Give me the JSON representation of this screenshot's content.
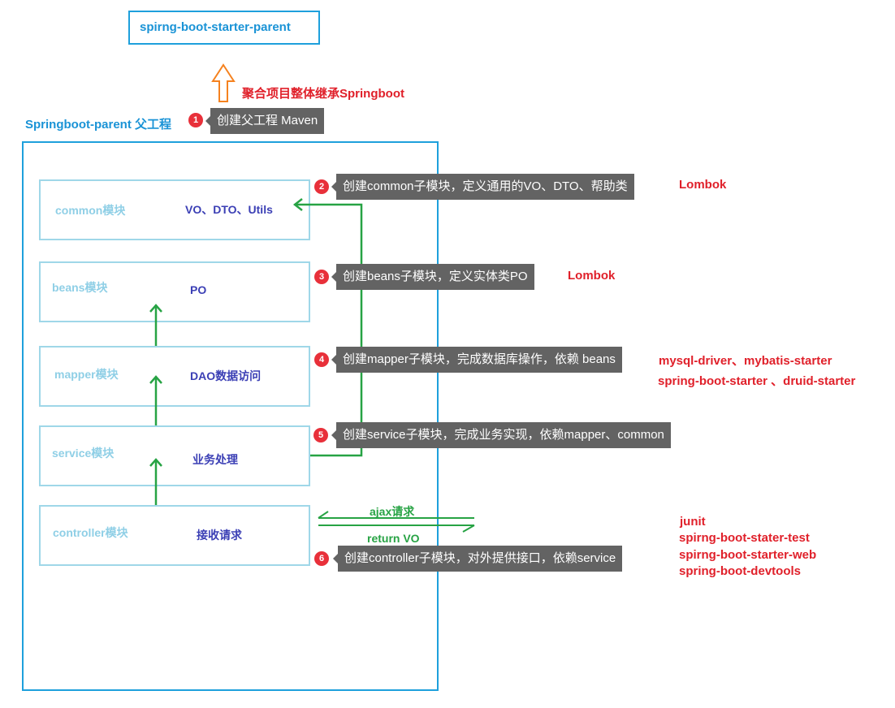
{
  "parent_box": {
    "label": "spirng-boot-starter-parent"
  },
  "inherit_note": "聚合项目整体继承Springboot",
  "parent_project_label": "Springboot-parent 父工程",
  "modules": [
    {
      "name": "common模块",
      "desc": "VO、DTO、Utils"
    },
    {
      "name": "beans模块",
      "desc": "PO"
    },
    {
      "name": "mapper模块",
      "desc": "DAO数据访问"
    },
    {
      "name": "service模块",
      "desc": "业务处理"
    },
    {
      "name": "controller模块",
      "desc": "接收请求"
    }
  ],
  "steps": [
    {
      "num": "1",
      "text": "创建父工程 Maven"
    },
    {
      "num": "2",
      "text": "创建common子模块，定义通用的VO、DTO、帮助类"
    },
    {
      "num": "3",
      "text": "创建beans子模块，定义实体类PO"
    },
    {
      "num": "4",
      "text": "创建mapper子模块，完成数据库操作，依赖 beans"
    },
    {
      "num": "5",
      "text": "创建service子模块，完成业务实现，依赖mapper、common"
    },
    {
      "num": "6",
      "text": "创建controller子模块，对外提供接口，依赖service"
    }
  ],
  "dependencies": {
    "common": [
      "Lombok"
    ],
    "beans": [
      "Lombok"
    ],
    "mapper": [
      "mysql-driver、mybatis-starter",
      "spring-boot-starter 、druid-starter"
    ],
    "controller": [
      "junit",
      "spirng-boot-stater-test",
      "spirng-boot-starter-web",
      "spring-boot-devtools"
    ]
  },
  "flow": {
    "request": "ajax请求",
    "response": "return VO"
  },
  "colors": {
    "blue": "#1ea0dc",
    "module_border": "#9fd7e8",
    "step_bg": "#636363",
    "red": "#e0202a",
    "green": "#27a344",
    "orange": "#f5821f"
  }
}
